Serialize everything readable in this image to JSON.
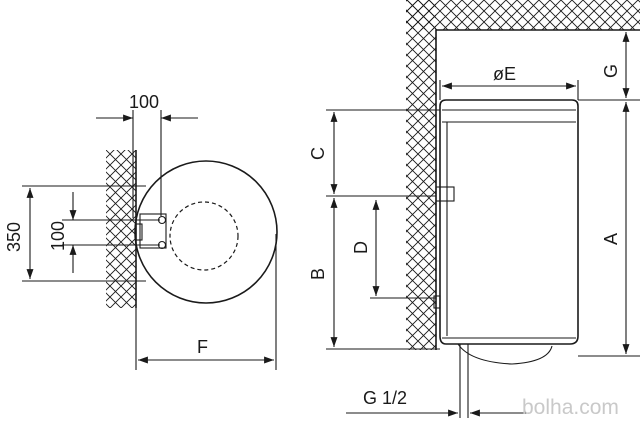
{
  "labels": {
    "dim_100_top": "100",
    "dim_350": "350",
    "dim_100_side": "100",
    "dim_F": "F",
    "dim_C": "C",
    "dim_B": "B",
    "dim_D": "D",
    "dim_E": "øE",
    "dim_G": "G",
    "dim_A": "A",
    "dim_G12": "G 1/2"
  },
  "watermark": "bolha.com",
  "colors": {
    "line": "#1a1a1a",
    "watermark": "#c9c9c9",
    "background": "#ffffff"
  }
}
